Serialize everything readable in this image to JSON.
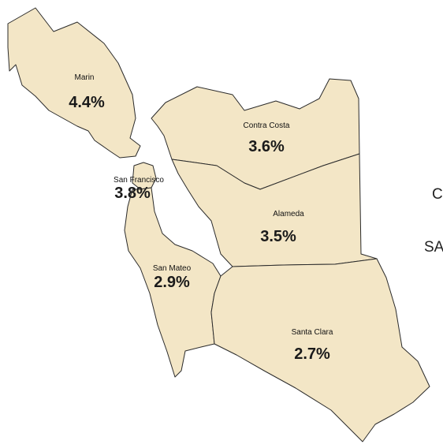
{
  "colors": {
    "land": "#f3e6c6",
    "border": "#2b2b2b",
    "water": "#ffffff"
  },
  "counties": [
    {
      "id": "marin",
      "name": "Marin",
      "value": "4.4%"
    },
    {
      "id": "contra-costa",
      "name": "Contra Costa",
      "value": "3.6%"
    },
    {
      "id": "san-francisco",
      "name": "San Francisco",
      "value": "3.8%"
    },
    {
      "id": "alameda",
      "name": "Alameda",
      "value": "3.5%"
    },
    {
      "id": "san-mateo",
      "name": "San Mateo",
      "value": "2.9%"
    },
    {
      "id": "santa-clara",
      "name": "Santa Clara",
      "value": "2.7%"
    }
  ],
  "edge_text": {
    "line1": "C",
    "line2": "SA"
  }
}
